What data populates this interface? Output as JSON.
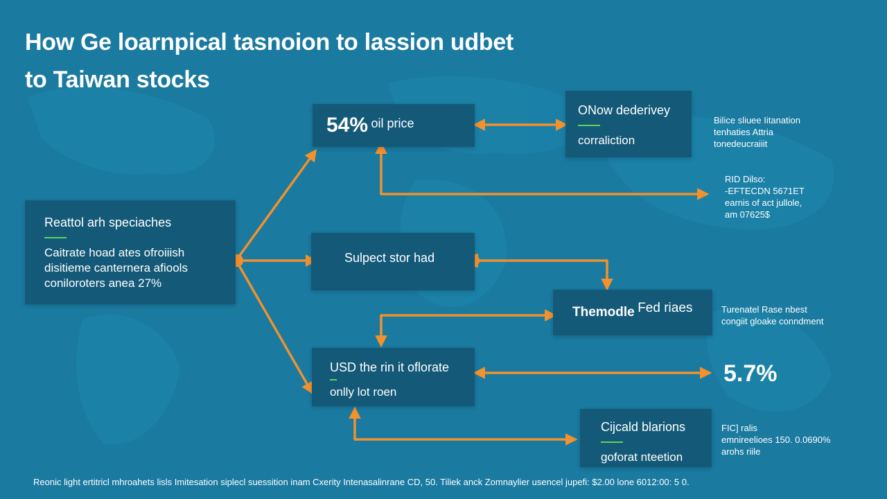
{
  "title": {
    "line1": "How Ge loarnpical tasnoion to lassion udbet",
    "line2": "to Taiwan stocks"
  },
  "nodes": {
    "left": {
      "head": "Reattol arh speciaches",
      "body1": "Caitrate hoad ates ofroiiish",
      "body2": "disitieme canternera afiools",
      "body3": "coniloroters anea  27%"
    },
    "oil": {
      "big": "54%",
      "label": "oil price"
    },
    "now": {
      "head": "ONow dederivey",
      "body": "corraliction"
    },
    "subject": {
      "label": "Sulpect stor had"
    },
    "fed": {
      "prefix": "Themodle",
      "label": "Fed riaes"
    },
    "usd": {
      "head": "USD the rin it oflorate",
      "body": "onlly lot roen"
    },
    "cijcald": {
      "head": "Cijcald blarions",
      "body": "goforat nteetion"
    }
  },
  "notes": {
    "right_top": [
      "Bilice sliuee Iitanation",
      "tenhaties Attria",
      "tonedeucraiiit"
    ],
    "right_mid": [
      "RID Dilso:",
      "-EFTECDN 5671ET",
      "earnis of act jullole,",
      "am 07625$"
    ],
    "right_fed": [
      "Turenatel Rase nbest",
      "congiit gloake conndment"
    ],
    "right_usd_value": "5.7%",
    "right_bottom": [
      "FIC] ralis",
      "emnireelioes 150. 0.0690%",
      "arohs riile"
    ]
  },
  "footer": "Reonic light ertitricl mhroahets lisls Imitesation siplecl suessition inam Cxerity Intenasalinrane CD, 50. Tiliek anck Zomnaylier usencel jupefi: $2.00 lone 6012:00: 5 0.",
  "colors": {
    "background": "#1a7aa0",
    "box": "#145a78",
    "arrow": "#f2912d",
    "accent": "#5fd45a"
  }
}
